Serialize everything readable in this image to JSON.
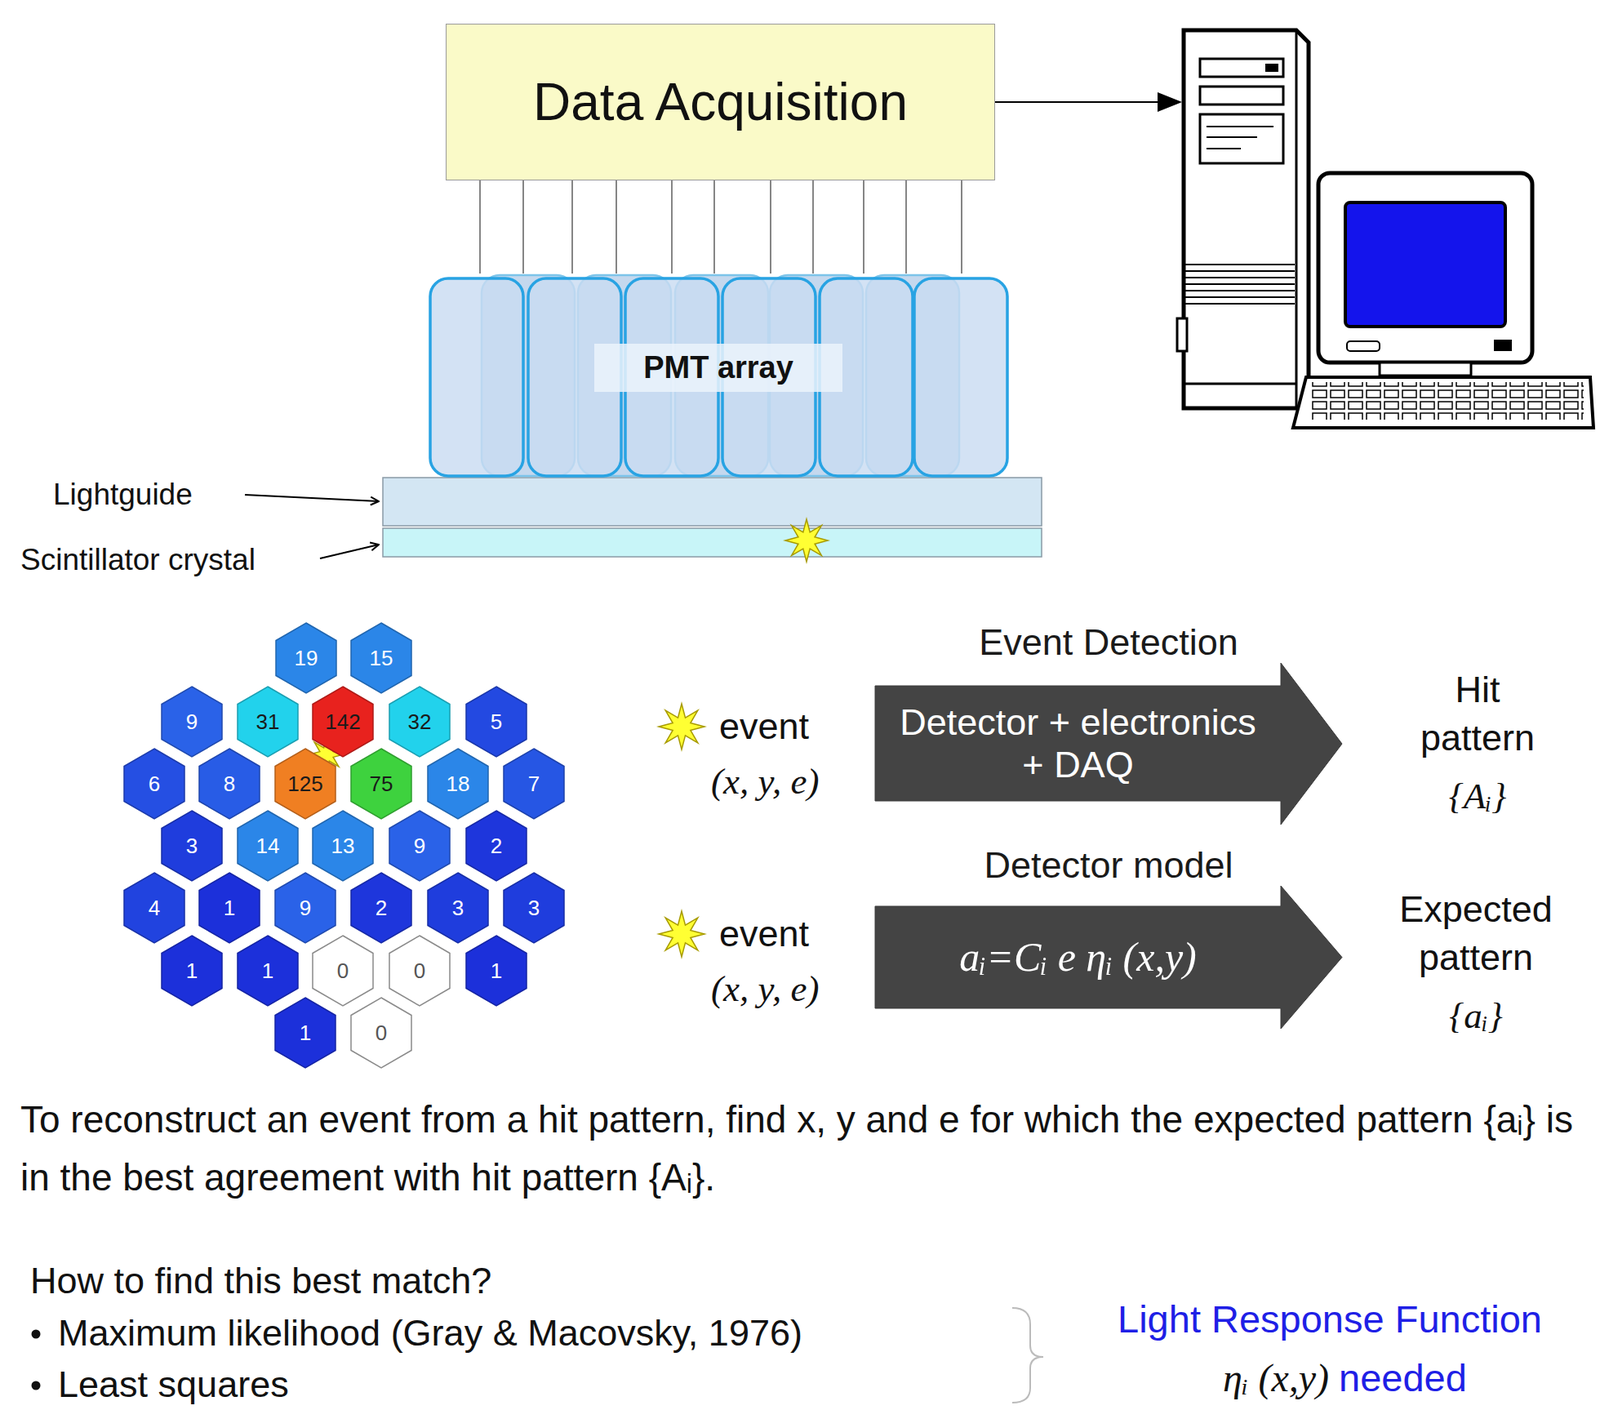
{
  "diagram": {
    "nodes": [
      {
        "text": [
          "Data Acquisition"
        ]
      },
      {
        "text": [
          "PMT array"
        ]
      },
      {
        "text": [
          "19"
        ]
      },
      {
        "text": [
          "15"
        ]
      },
      {
        "text": [
          "9"
        ]
      },
      {
        "text": [
          "31"
        ]
      },
      {
        "text": [
          "142"
        ]
      },
      {
        "text": [
          "32"
        ]
      },
      {
        "text": [
          "5"
        ]
      },
      {
        "text": [
          "6"
        ]
      },
      {
        "text": [
          "8"
        ]
      },
      {
        "text": [
          "125"
        ]
      },
      {
        "text": [
          "75"
        ]
      },
      {
        "text": [
          "18"
        ]
      },
      {
        "text": [
          "7"
        ]
      },
      {
        "text": [
          "3"
        ]
      },
      {
        "text": [
          "14"
        ]
      },
      {
        "text": [
          "13"
        ]
      },
      {
        "text": [
          "9"
        ]
      },
      {
        "text": [
          "2"
        ]
      },
      {
        "text": [
          "4"
        ]
      },
      {
        "text": [
          "1"
        ]
      },
      {
        "text": [
          "9"
        ]
      },
      {
        "text": [
          "2"
        ]
      },
      {
        "text": [
          "3"
        ]
      },
      {
        "text": [
          "3"
        ]
      },
      {
        "text": [
          "1"
        ]
      },
      {
        "text": [
          "1"
        ]
      },
      {
        "text": [
          "0"
        ]
      },
      {
        "text": [
          "0"
        ]
      },
      {
        "text": [
          "1"
        ]
      },
      {
        "text": [
          "1"
        ]
      },
      {
        "text": [
          "0"
        ]
      },
      {
        "text": [
          "Event Detection",
          "Detector + electronics + DAQ"
        ]
      },
      {
        "text": [
          "Detector model",
          "aᵢ=Cᵢ e ηᵢ (x,y)"
        ]
      }
    ],
    "edges": [
      {
        "from": 0,
        "to": 1,
        "arrow": "none"
      }
    ],
    "labels": [
      "Lightguide",
      "Scintillator crystal",
      "event",
      "(x, y, e)",
      "event",
      "(x, y, e)",
      "Hit pattern",
      "{Aᵢ}",
      "Expected pattern",
      "{aᵢ}",
      "To reconstruct an event from a hit pattern, find x, y and e for which the expected pattern {aᵢ} is in the best agreement with hit pattern {Aᵢ}.",
      "How to find this best match?",
      "Maximum likelihood (Gray & Macovsky, 1976)",
      "Least squares",
      "Light Response Function",
      "ηᵢ (x,y)",
      "needed"
    ]
  }
}
